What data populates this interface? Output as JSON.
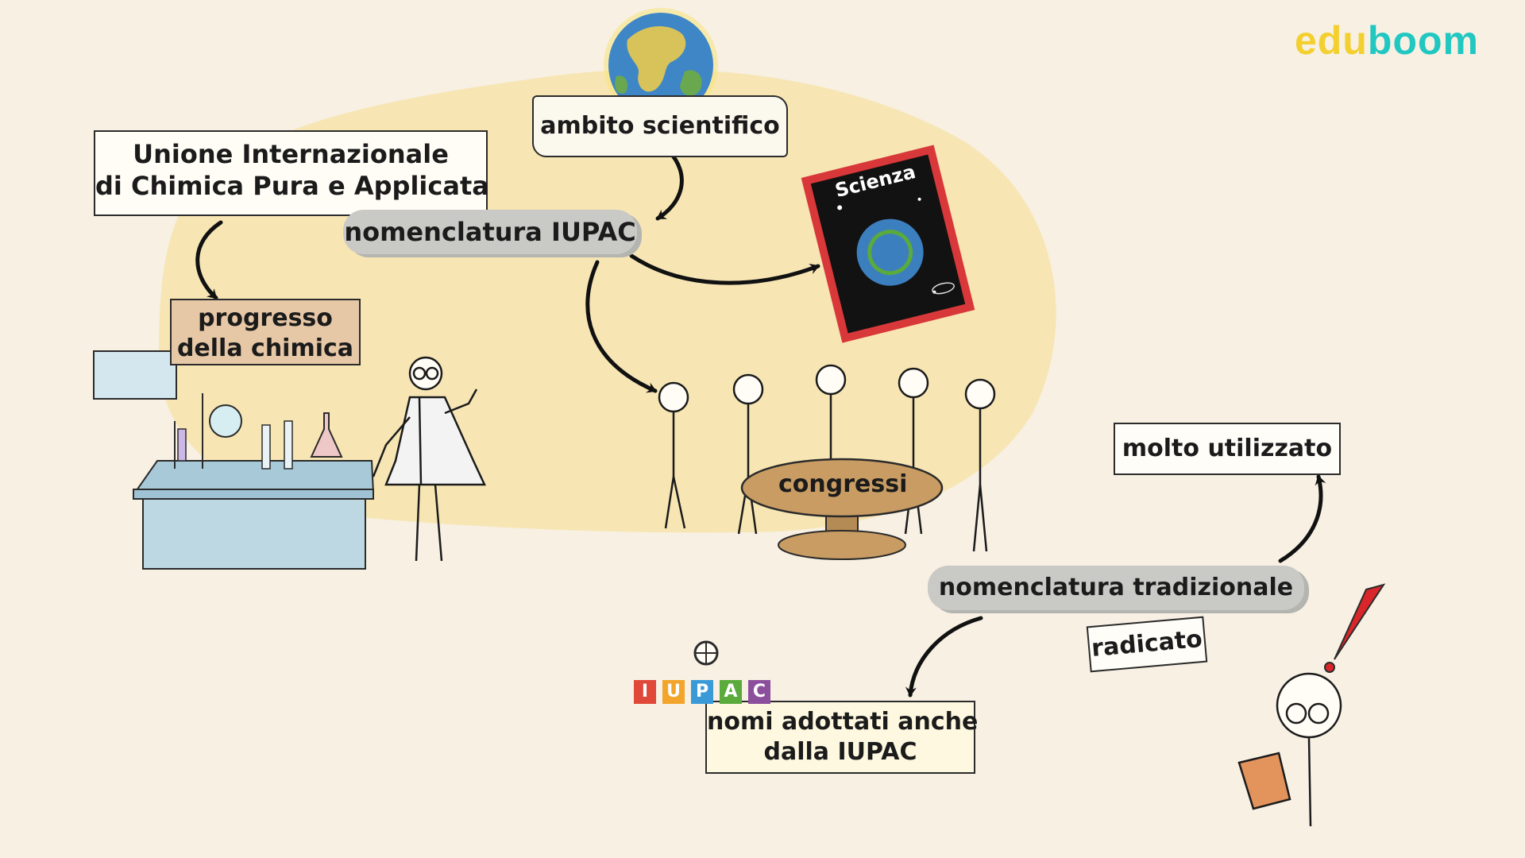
{
  "brand": {
    "part1": "edu",
    "part2": "boom"
  },
  "labels": {
    "unione_line1": "Unione Internazionale",
    "unione_line2": "di Chimica Pura e Applicata",
    "ambito": "ambito scientifico",
    "nomenclatura_iupac": "nomenclatura IUPAC",
    "progresso_line1": "progresso",
    "progresso_line2": "della chimica",
    "congressi": "congressi",
    "molto_utilizzato": "molto utilizzato",
    "nomenclatura_tradizionale": "nomenclatura tradizionale",
    "radicato": "radicato",
    "nomi_line1": "nomi adottati anche",
    "nomi_line2": "dalla IUPAC"
  },
  "magazine": {
    "title": "Scienza"
  },
  "iupac_logo": {
    "letters": [
      "I",
      "U",
      "P",
      "A",
      "C"
    ],
    "colors": [
      "#e0483a",
      "#f2a52a",
      "#3a9ad8",
      "#5aaa3c",
      "#8c4f9c"
    ]
  },
  "colors": {
    "background": "#f7f0e3",
    "blob": "#f7e6b4",
    "magazine_border": "#d9383a",
    "exclamation": "#d9262a"
  }
}
